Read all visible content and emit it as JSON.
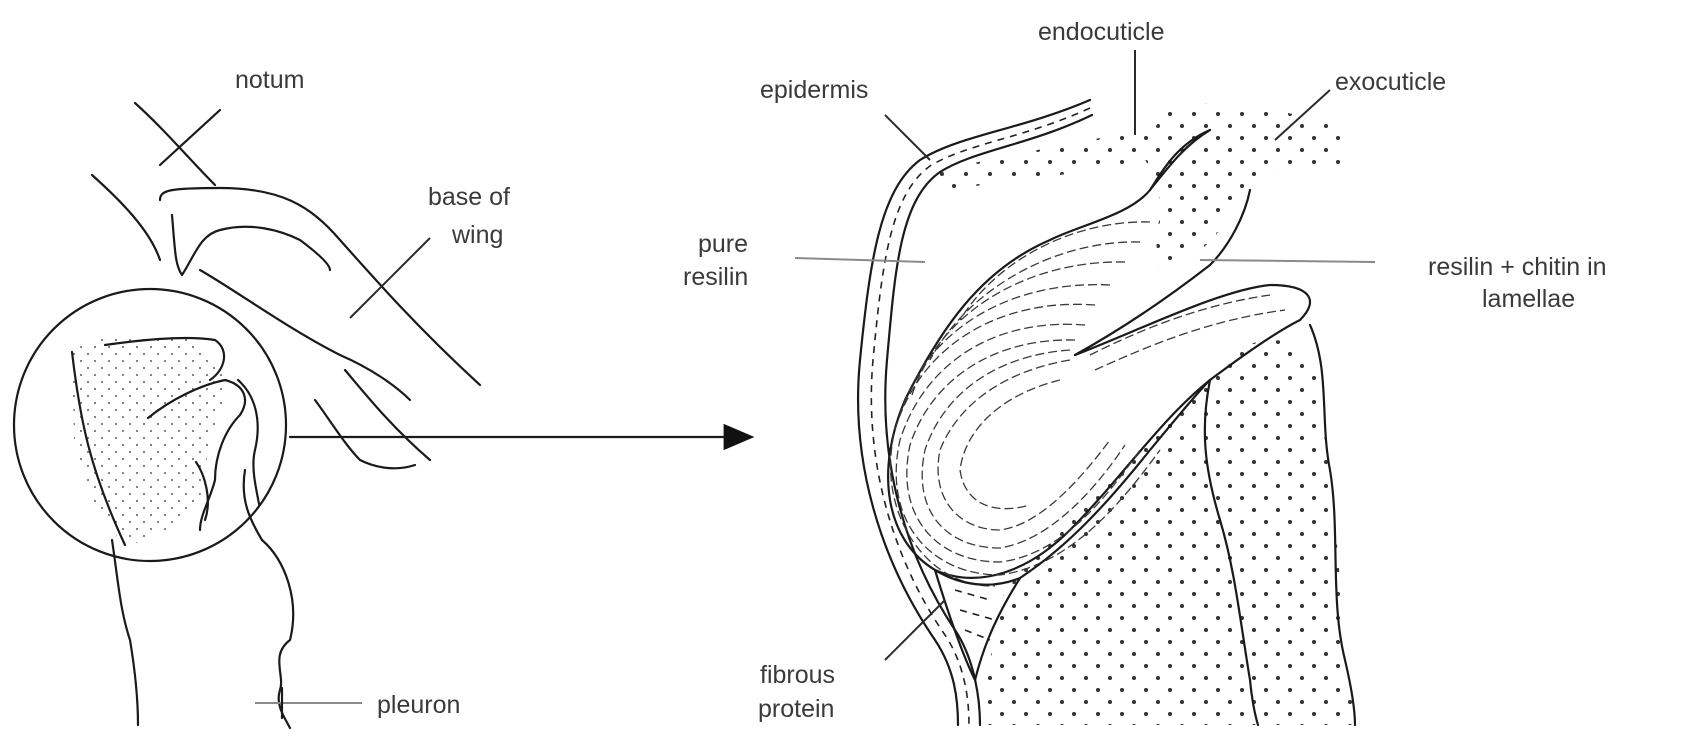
{
  "labels": {
    "notum": "notum",
    "base_of_wing_1": "base of",
    "base_of_wing_2": "wing",
    "pleuron": "pleuron",
    "endocuticle": "endocuticle",
    "epidermis": "epidermis",
    "exocuticle": "exocuticle",
    "pure_resilin_1": "pure",
    "pure_resilin_2": "resilin",
    "resilin_chitin_1": "resilin + chitin in",
    "resilin_chitin_2": "lamellae",
    "fibrous_protein_1": "fibrous",
    "fibrous_protein_2": "protein"
  },
  "colors": {
    "ink": "#1a1a1a",
    "label_text": "#3a3a3a",
    "guide_line": "#8a8a8a"
  }
}
